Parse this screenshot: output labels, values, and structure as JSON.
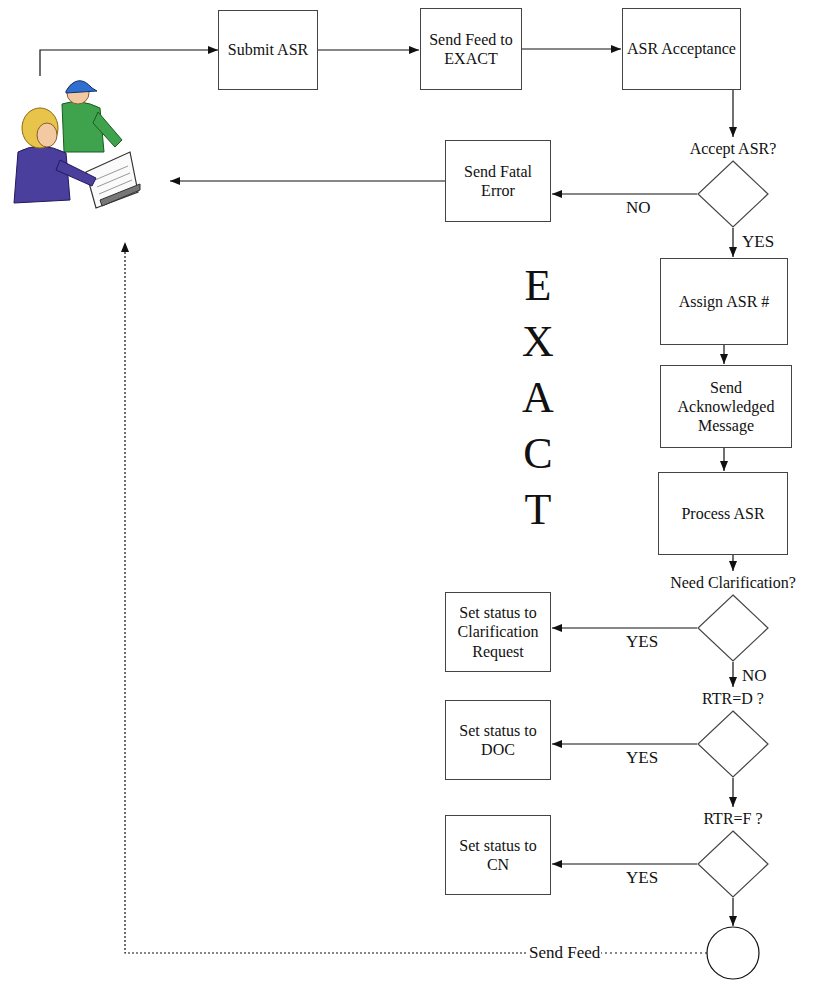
{
  "diagram": {
    "nodes": [
      {
        "text": [
          "Submit ASR"
        ]
      },
      {
        "text": [
          "Send Feed to EXACT"
        ]
      },
      {
        "text": [
          "ASR Acceptance"
        ]
      },
      {
        "text": [
          "Accept ASR?"
        ]
      },
      {
        "text": [
          "Send Fatal Error"
        ]
      },
      {
        "text": [
          "Assign ASR #"
        ]
      },
      {
        "text": [
          "Send Acknowledged Message"
        ]
      },
      {
        "text": [
          "Process ASR"
        ]
      },
      {
        "text": [
          "Need Clarification?"
        ]
      },
      {
        "text": [
          "Set status to Clarification Request"
        ]
      },
      {
        "text": [
          "RTR=D ?"
        ]
      },
      {
        "text": [
          "Set status to DOC"
        ]
      },
      {
        "text": [
          "RTR=F ?"
        ]
      },
      {
        "text": [
          "Set status to CN"
        ]
      }
    ],
    "edges": [
      {
        "from": 0,
        "to": 1,
        "arrow": "to"
      },
      {
        "from": 1,
        "to": 2,
        "arrow": "to"
      },
      {
        "from": 2,
        "to": 3,
        "arrow": "to"
      },
      {
        "from": 3,
        "to": 4,
        "label": "NO",
        "arrow": "to"
      },
      {
        "from": 3,
        "to": 5,
        "label": "YES",
        "arrow": "to"
      },
      {
        "from": 5,
        "to": 6,
        "arrow": "to"
      },
      {
        "from": 6,
        "to": 7,
        "arrow": "to"
      },
      {
        "from": 7,
        "to": 8,
        "arrow": "to"
      },
      {
        "from": 8,
        "to": 9,
        "label": "YES",
        "arrow": "to"
      },
      {
        "from": 8,
        "to": 10,
        "label": "NO",
        "arrow": "to"
      },
      {
        "from": 10,
        "to": 11,
        "label": "YES",
        "arrow": "to"
      },
      {
        "from": 10,
        "to": 12,
        "arrow": "to"
      },
      {
        "from": 12,
        "to": 13,
        "label": "YES",
        "arrow": "to"
      }
    ],
    "labels": [
      "EXACT",
      "Send Feed"
    ]
  }
}
